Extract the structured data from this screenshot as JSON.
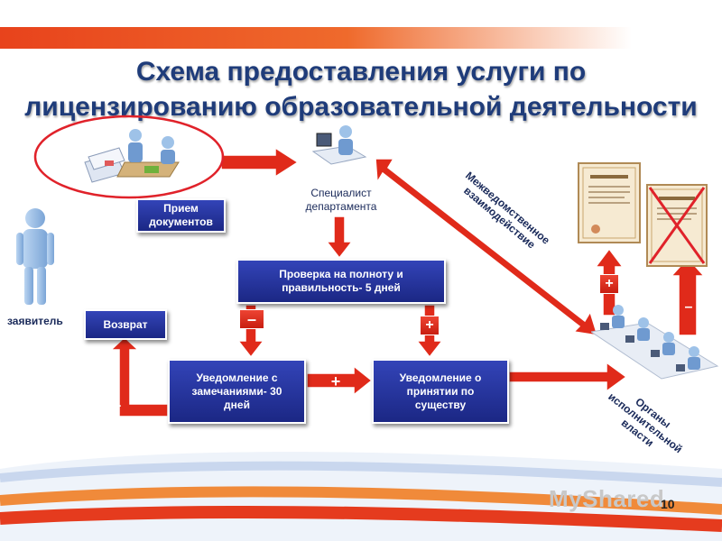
{
  "slide": {
    "title_line1": "Схема предоставления услуги по",
    "title_line2": "лицензированию образовательной деятельности",
    "page_number": "10",
    "watermark": "MyShared"
  },
  "nodes": {
    "priem": "Прием документов",
    "specialist": "Специалист департамента",
    "proverka": "Проверка на полноту и правильность- 5 дней",
    "zayavitel": "заявитель",
    "vozvrat": "Возврат",
    "uved_zamech": "Уведомление с замечаниями- 30 дней",
    "uved_prinyatie": "Уведомление о принятии по существу",
    "mezhved": "Межведомственное взаимодействие",
    "organy": "Органы исполнительной власти"
  },
  "signs": {
    "minus_check": "–",
    "plus_check": "+",
    "plus_mid": "+",
    "minus_return": "-",
    "plus_cert": "+",
    "minus_cert": "–"
  },
  "colors": {
    "title": "#1f3c7a",
    "box": "#23309a",
    "arrow": "#e02a1a",
    "accent_bar": "#e8431c"
  }
}
